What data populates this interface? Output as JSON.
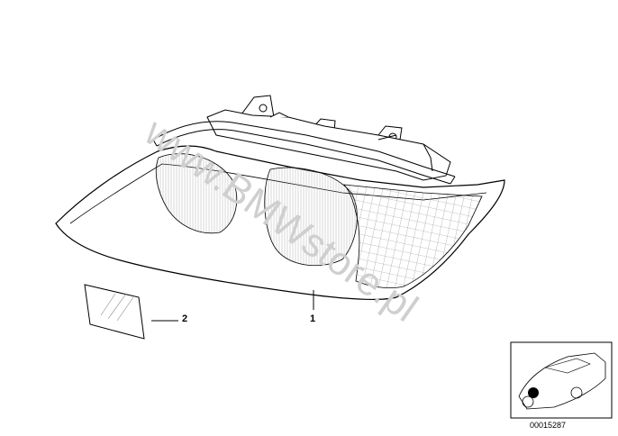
{
  "callouts": {
    "part_1": "1",
    "part_2": "2"
  },
  "watermark": "www.BMWstore.pl",
  "thumbnail": {
    "code": "00015287"
  },
  "colors": {
    "line": "#000000",
    "watermark": "#cfcfcf",
    "hatch": "#8a8a8a"
  }
}
